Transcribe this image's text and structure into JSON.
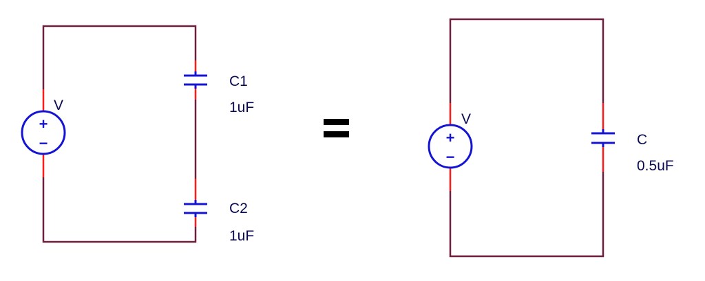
{
  "left_circuit": {
    "source": {
      "label": "V",
      "plus": "+",
      "minus": "−"
    },
    "capacitors": [
      {
        "name": "C1",
        "value": "1uF"
      },
      {
        "name": "C2",
        "value": "1uF"
      }
    ]
  },
  "equals": "=",
  "right_circuit": {
    "source": {
      "label": "V",
      "plus": "+",
      "minus": "−"
    },
    "capacitors": [
      {
        "name": "C",
        "value": "0.5uF"
      }
    ]
  }
}
